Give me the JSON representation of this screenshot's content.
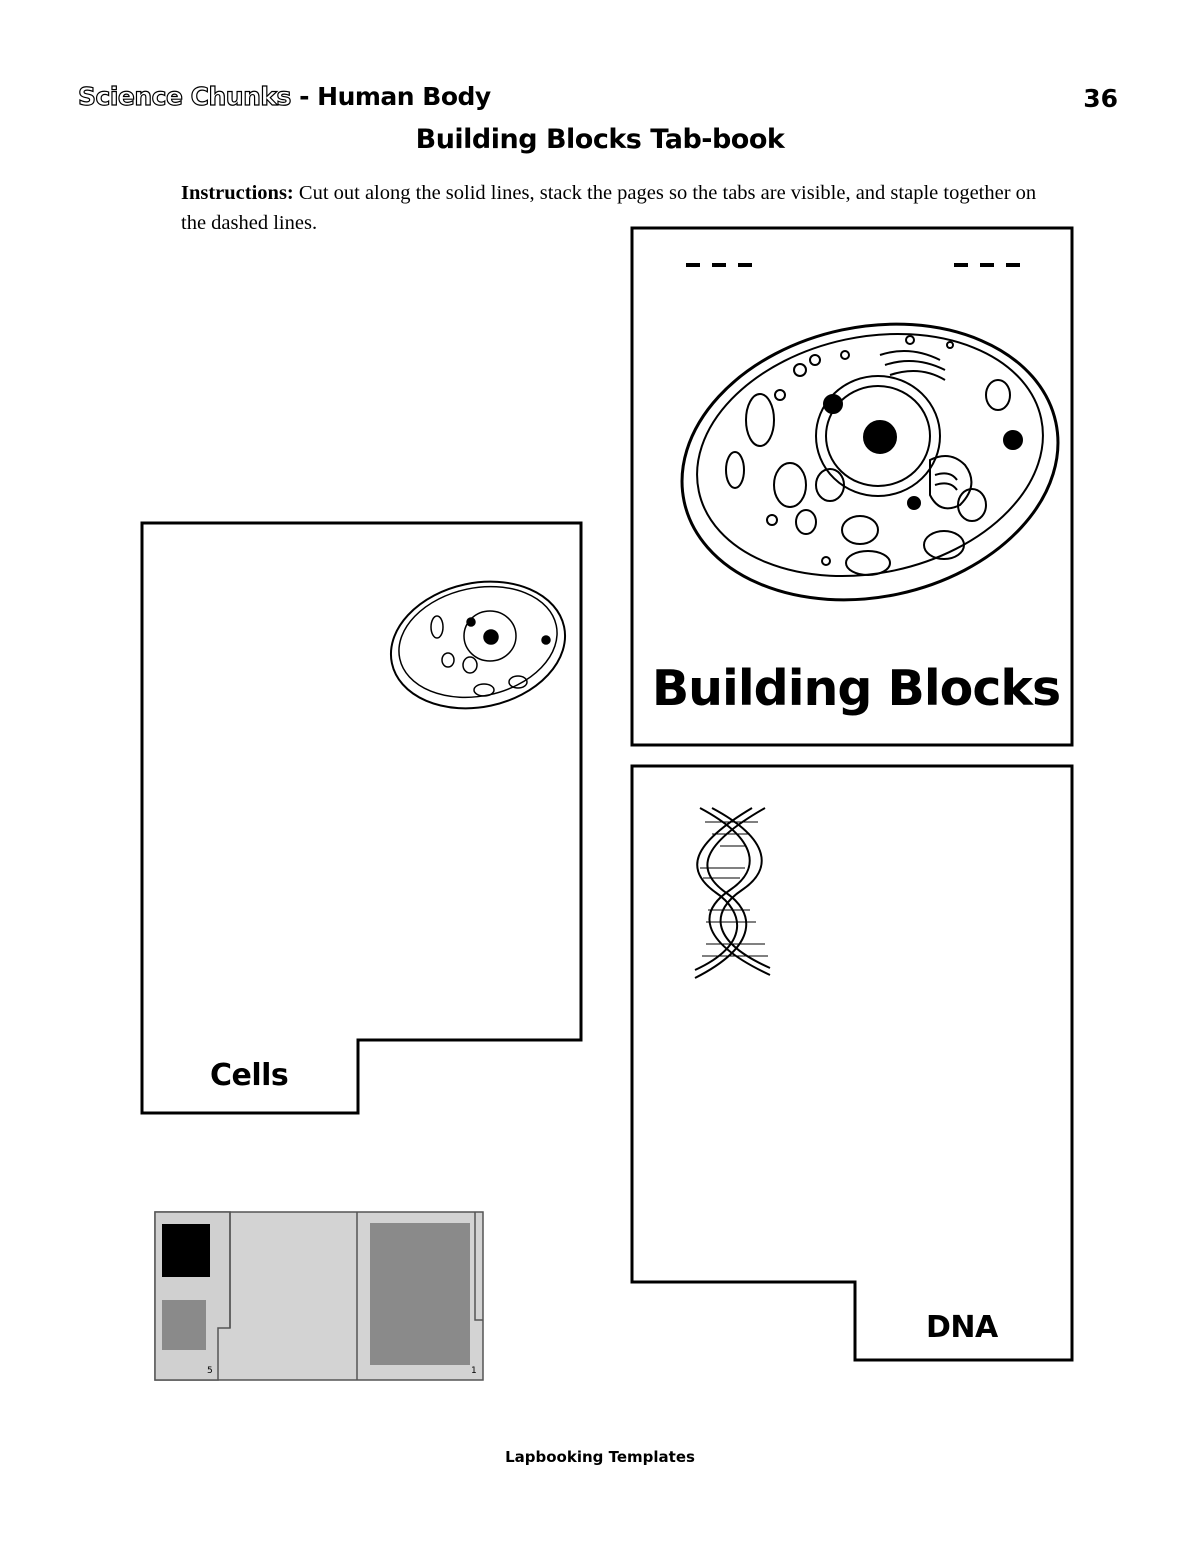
{
  "header": {
    "series_outline": "Science Chunks",
    "series_rest": " - Human Body",
    "page_number": "36"
  },
  "title": "Building Blocks Tab-book",
  "instructions": {
    "lead": "Instructions:",
    "text": " Cut out along the solid lines, stack the pages so the tabs are visible, and staple together on the dashed lines."
  },
  "cover": {
    "title": "Building Blocks",
    "illustration_icon": "animal-cell-icon"
  },
  "cells_page": {
    "label": "Cells",
    "illustration_icon": "animal-cell-icon"
  },
  "dna_page": {
    "label": "DNA",
    "illustration_icon": "dna-helix-icon"
  },
  "thumbnail": {
    "left_number": "5",
    "right_number": "1"
  },
  "footer": "Lapbooking Templates",
  "colors": {
    "ink": "#000000",
    "thumb_light": "#d3d3d3",
    "thumb_mid": "#8a8a8a",
    "thumb_dark": "#000000"
  }
}
